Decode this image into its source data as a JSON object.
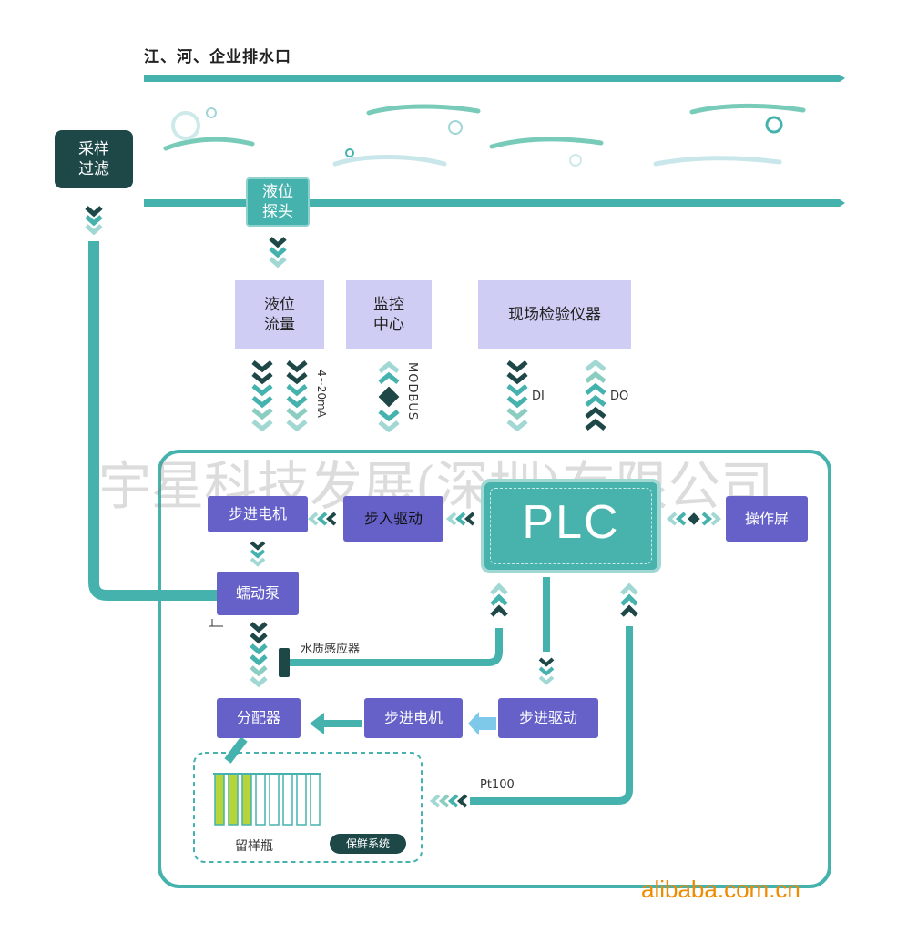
{
  "title": "江、河、企业排水口",
  "boxes": {
    "sampling": "采样\n过滤",
    "probe": "液位\n探头",
    "level_flow": "液位\n流量",
    "monitor": "监控\n中心",
    "field_instrument": "现场检验仪器",
    "plc": "PLC",
    "step_motor_top": "步进电机",
    "step_in_drive": "步入驱动",
    "operation_screen": "操作屏",
    "peristaltic_pump": "蠕动泵",
    "distributor": "分配器",
    "step_motor_bottom": "步进电机",
    "step_drive": "步进驱动"
  },
  "labels": {
    "current": "4~20mA",
    "modbus": "MODBUS",
    "di": "DI",
    "do": "DO",
    "water_sensor": "水质感应器",
    "pt100": "Pt100",
    "sample_bottle": "留样瓶",
    "preservation": "保鲜系统",
    "stray_mark": "1"
  },
  "watermark": "宇星科技发展(深圳)有限公司",
  "footer": "alibaba.com.cn",
  "colors": {
    "teal": "#45b2ad",
    "teal_dark": "#1e4747",
    "teal_light": "#a2d8d4",
    "lavender": "#cfcdf3",
    "purple": "#6561c8",
    "green_bottle": "#b6d53a",
    "blue_arrow": "#7ec8ea",
    "orange": "#f08a00"
  }
}
